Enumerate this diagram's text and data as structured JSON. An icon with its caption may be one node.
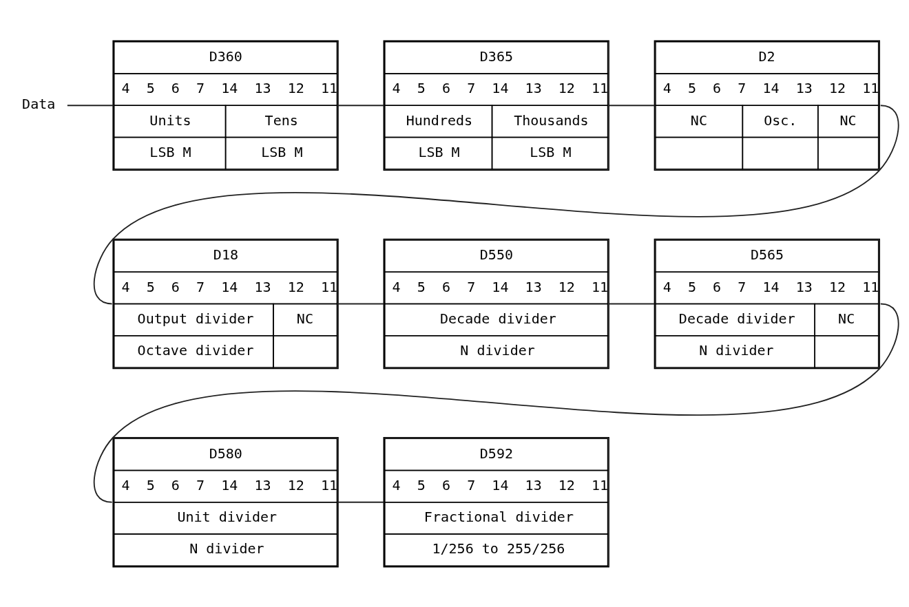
{
  "diagram": {
    "nodes": [
      {
        "text": [
          "Data"
        ]
      },
      {
        "text": [
          "D360",
          "4 5 6 7 14 13 12 11",
          "Units",
          "Tens",
          "LSB M",
          "LSB M"
        ]
      },
      {
        "text": [
          "D365",
          "4 5 6 7 14 13 12 11",
          "Hundreds",
          "Thousands",
          "LSB M",
          "LSB M"
        ]
      },
      {
        "text": [
          "D2",
          "4 5 6 7 14 13 12 11",
          "NC",
          "Osc.",
          "NC"
        ]
      },
      {
        "text": [
          "D18",
          "4 5 6 7 14 13 12 11",
          "Output divider",
          "NC",
          "Octave divider"
        ]
      },
      {
        "text": [
          "D550",
          "4 5 6 7 14 13 12 11",
          "Decade divider",
          "N divider"
        ]
      },
      {
        "text": [
          "D565",
          "4 5 6 7 14 13 12 11",
          "Decade divider",
          "NC",
          "N divider"
        ]
      },
      {
        "text": [
          "D580",
          "4 5 6 7 14 13 12 11",
          "Unit divider",
          "N divider"
        ]
      },
      {
        "text": [
          "D592",
          "4 5 6 7 14 13 12 11",
          "Fractional divider",
          "1/256 to 255/256"
        ]
      }
    ],
    "edges": [
      {
        "from": 0,
        "to": 1,
        "arrow": "none"
      },
      {
        "from": 1,
        "to": 2,
        "arrow": "none"
      },
      {
        "from": 2,
        "to": 3,
        "arrow": "none"
      },
      {
        "from": 3,
        "to": 4,
        "arrow": "none"
      },
      {
        "from": 4,
        "to": 5,
        "arrow": "none"
      },
      {
        "from": 5,
        "to": 6,
        "arrow": "none"
      },
      {
        "from": 6,
        "to": 7,
        "arrow": "none"
      },
      {
        "from": 7,
        "to": 8,
        "arrow": "none"
      }
    ]
  }
}
